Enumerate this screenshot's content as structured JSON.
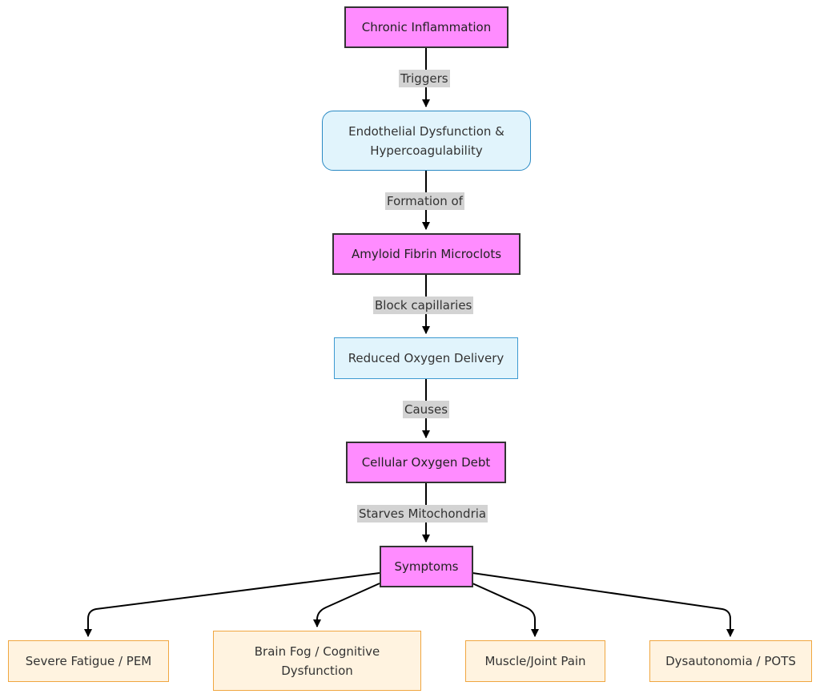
{
  "nodes": {
    "chronic_inflammation": "Chronic Inflammation",
    "endothelial": {
      "line1": "Endothelial Dysfunction &",
      "line2": "Hypercoagulability"
    },
    "microclots": "Amyloid Fibrin Microclots",
    "reduced_oxygen": "Reduced Oxygen Delivery",
    "oxygen_debt": "Cellular Oxygen Debt",
    "symptoms": "Symptoms",
    "fatigue": "Severe Fatigue / PEM",
    "brain_fog": {
      "line1": "Brain Fog / Cognitive",
      "line2": "Dysfunction"
    },
    "pain": "Muscle/Joint Pain",
    "dysautonomia": "Dysautonomia / POTS"
  },
  "edge_labels": {
    "triggers": "Triggers",
    "formation_of": "Formation of",
    "block_capillaries": "Block capillaries",
    "causes": "Causes",
    "starves_mitochondria": "Starves Mitochondria"
  },
  "colors": {
    "process_fill": "#ff8cff",
    "state_fill": "#e1f4fc",
    "symptom_fill": "#fff3e0",
    "edge_label_bg": "#d3d3d3"
  }
}
